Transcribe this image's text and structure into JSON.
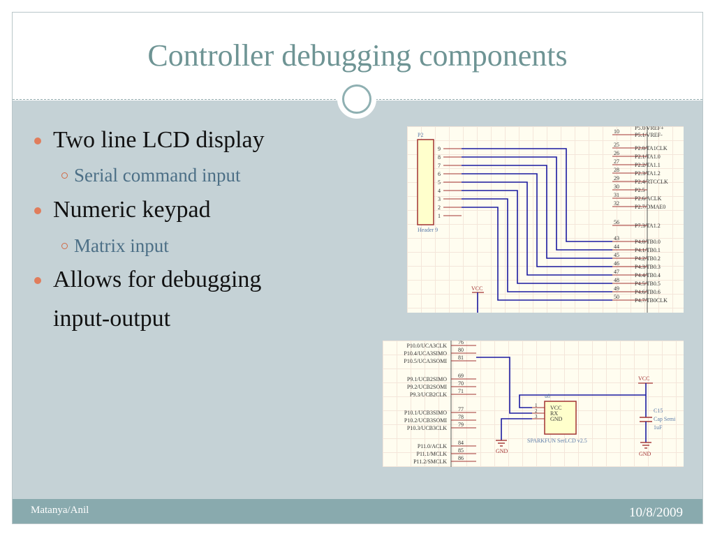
{
  "slide": {
    "title": "Controller debugging components",
    "footer_left": "Matanya/Anil",
    "footer_right": "10/8/2009"
  },
  "bullets": [
    {
      "level": 1,
      "text": "Two line LCD display"
    },
    {
      "level": 2,
      "text": "Serial command input"
    },
    {
      "level": 1,
      "text": "Numeric keypad"
    },
    {
      "level": 2,
      "text": "Matrix input"
    },
    {
      "level": 1,
      "text": "Allows for debugging"
    },
    {
      "level": 1,
      "text": "input-output"
    }
  ],
  "schematic_top": {
    "header_ref": "P2",
    "header_name": "Header 9",
    "header_pins": [
      "9",
      "8",
      "7",
      "6",
      "5",
      "4",
      "3",
      "2",
      "1"
    ],
    "mcu_pins": [
      {
        "num": "",
        "label": "P5.0/VREF+"
      },
      {
        "num": "10",
        "label": "P5.1/VREF-"
      },
      {
        "num": "25",
        "label": "P2.0/TA1CLK"
      },
      {
        "num": "26",
        "label": "P2.1/TA1.0"
      },
      {
        "num": "27",
        "label": "P2.2/TA1.1"
      },
      {
        "num": "28",
        "label": "P2.3/TA1.2"
      },
      {
        "num": "29",
        "label": "P2.4/RTCCLK"
      },
      {
        "num": "30",
        "label": "P2.5"
      },
      {
        "num": "31",
        "label": "P2.6/ACLK"
      },
      {
        "num": "32",
        "label": "P2.7/DMAE0"
      },
      {
        "num": "56",
        "label": "P7.3/TA1.2"
      },
      {
        "num": "43",
        "label": "P4.0/TB0.0"
      },
      {
        "num": "44",
        "label": "P4.1/TB0.1"
      },
      {
        "num": "45",
        "label": "P4.2/TB0.2"
      },
      {
        "num": "46",
        "label": "P4.3/TB0.3"
      },
      {
        "num": "47",
        "label": "P4.4/TB0.4"
      },
      {
        "num": "48",
        "label": "P4.5/TB0.5"
      },
      {
        "num": "49",
        "label": "P4.6/TB0.6"
      },
      {
        "num": "50",
        "label": "P4.7/TB0CLK"
      }
    ],
    "vcc_label": "VCC"
  },
  "schematic_bottom": {
    "mcu_pins": [
      {
        "num": "76",
        "label": "P10.0/UCA3CLK"
      },
      {
        "num": "80",
        "label": "P10.4/UCA3SIMO"
      },
      {
        "num": "81",
        "label": "P10.5/UCA3SOMI"
      },
      {
        "num": "69",
        "label": "P9.1/UCB2SIMO"
      },
      {
        "num": "70",
        "label": "P9.2/UCB2SOMI"
      },
      {
        "num": "71",
        "label": "P9.3/UCB2CLK"
      },
      {
        "num": "77",
        "label": "P10.1/UCB3SIMO"
      },
      {
        "num": "78",
        "label": "P10.2/UCB3SOMI"
      },
      {
        "num": "79",
        "label": "P10.3/UCB3CLK"
      },
      {
        "num": "84",
        "label": "P11.0/ACLK"
      },
      {
        "num": "85",
        "label": "P11.1/MCLK"
      },
      {
        "num": "86",
        "label": "P11.2/SMCLK"
      }
    ],
    "lcd_ref": "u8",
    "lcd_pins": [
      {
        "num": "1",
        "label": "VCC"
      },
      {
        "num": "2",
        "label": "RX"
      },
      {
        "num": "3",
        "label": "GND"
      }
    ],
    "lcd_name": "SPARKFUN SerLCD v2.5",
    "vcc_label": "VCC",
    "gnd_label_left": "GND",
    "gnd_label_right": "GND",
    "cap_ref": "C15",
    "cap_type": "Cap Semi",
    "cap_value": "1uF"
  }
}
